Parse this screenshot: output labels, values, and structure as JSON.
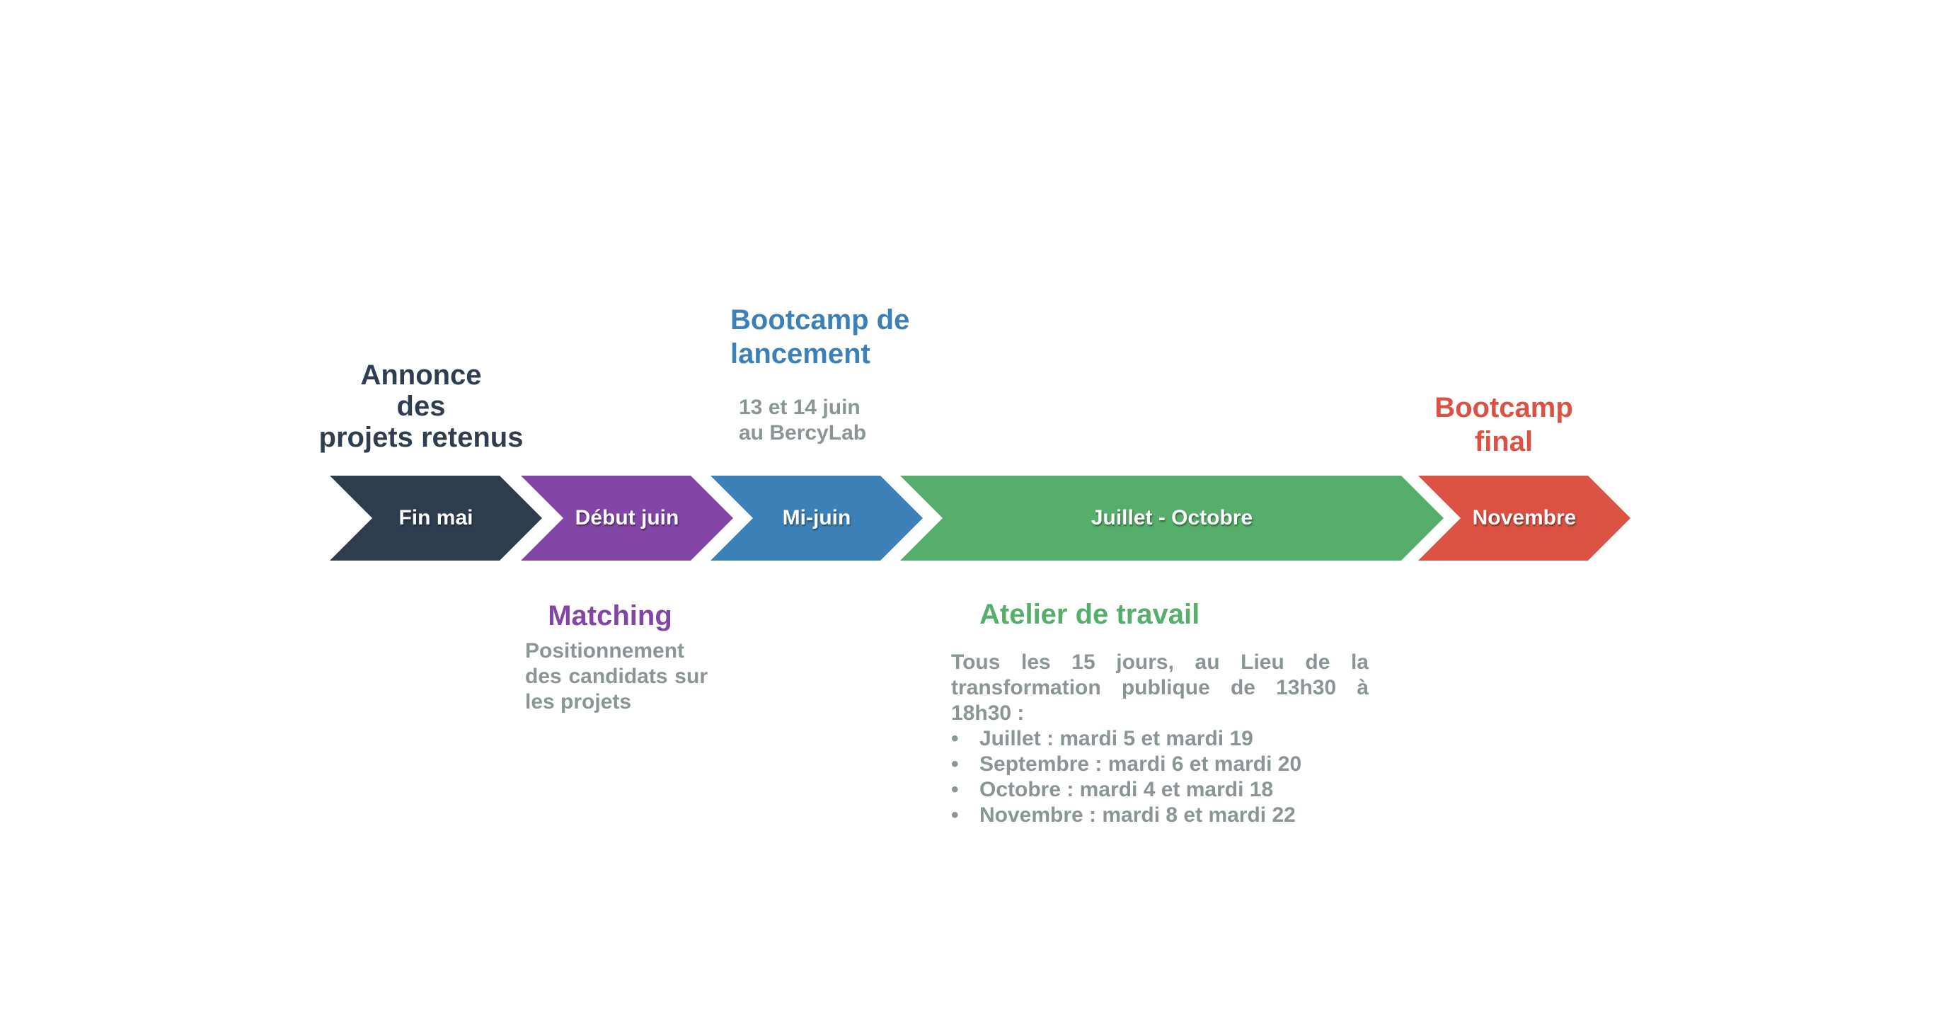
{
  "colors": {
    "navy": "#2e3e50",
    "purple": "#8345a6",
    "blue": "#3c80b8",
    "green": "#55ae6a",
    "red": "#db5142",
    "gray": "#8a9598"
  },
  "chevrons": [
    {
      "label": "Fin mai",
      "color": "#2e3e50"
    },
    {
      "label": "Début juin",
      "color": "#8345a6"
    },
    {
      "label": "Mi-juin",
      "color": "#3c80b8"
    },
    {
      "label": "Juillet - Octobre",
      "color": "#55ae6a"
    },
    {
      "label": "Novembre",
      "color": "#db5142"
    }
  ],
  "annonce": {
    "lines": [
      "Annonce",
      "des",
      "projets retenus"
    ]
  },
  "bootcamp_lancement": {
    "title_lines": [
      "Bootcamp de",
      "lancement"
    ],
    "detail_lines": [
      "13 et 14 juin",
      "au BercyLab"
    ]
  },
  "bootcamp_final": {
    "title_lines": [
      "Bootcamp",
      "final"
    ]
  },
  "matching": {
    "title": "Matching",
    "detail": "Positionnement des candidats sur les projets"
  },
  "atelier": {
    "title": "Atelier de travail",
    "intro": "Tous les 15 jours, au Lieu de la transformation publique de 13h30 à 18h30 :",
    "dates": [
      "Juillet : mardi 5 et mardi 19",
      "Septembre : mardi 6 et mardi 20",
      "Octobre : mardi 4 et mardi 18",
      "Novembre : mardi 8 et mardi 22"
    ]
  }
}
